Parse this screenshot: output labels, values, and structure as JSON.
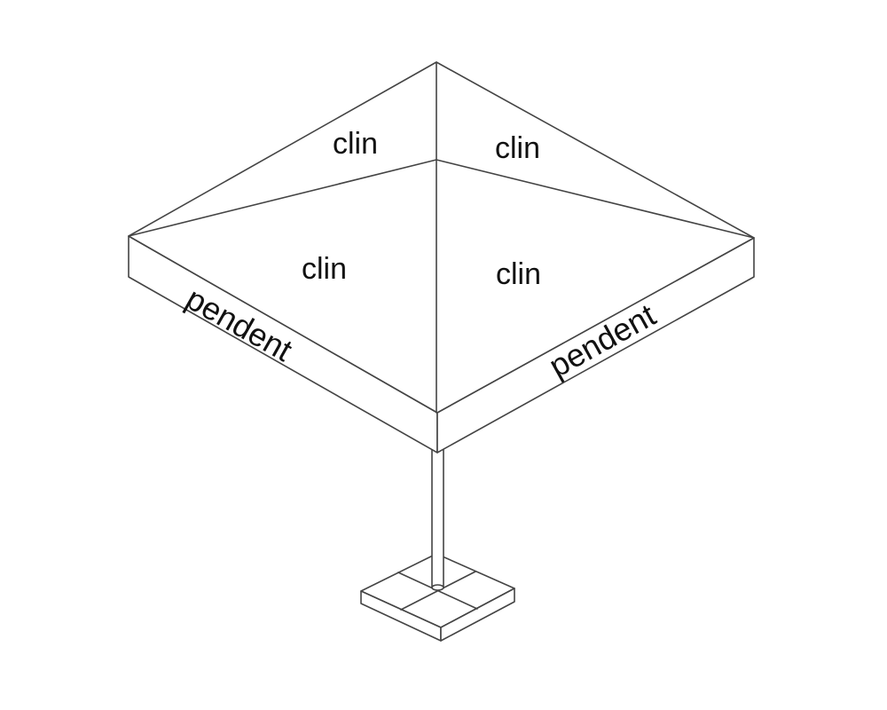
{
  "labels": {
    "clin_top_left": "clin",
    "clin_top_right": "clin",
    "clin_front_left": "clin",
    "clin_front_right": "clin",
    "pendent_left": "pendent",
    "pendent_right": "pendent"
  },
  "colors": {
    "line": "#444444",
    "text": "#111111",
    "background": "#ffffff"
  }
}
